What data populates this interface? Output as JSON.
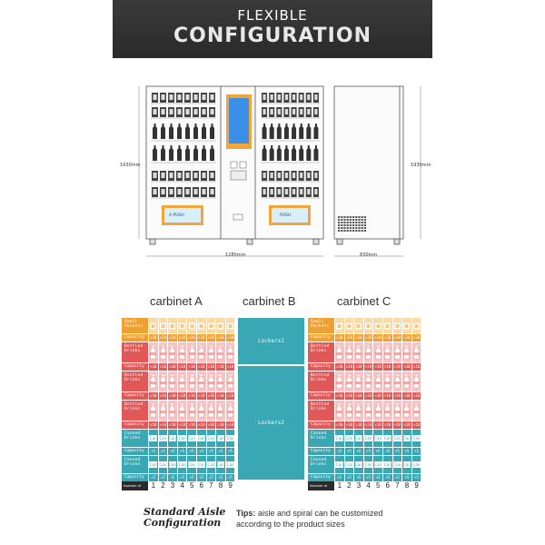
{
  "header": {
    "line1": "FLEXIBLE",
    "line2": "CONFIGURATION"
  },
  "drawing": {
    "height_left": "1930mm",
    "height_right": "1930mm",
    "width_front": "1280mm",
    "width_side": "830mm",
    "push_label": "A PUSH",
    "push_label_right": "PUSH"
  },
  "cabinets": {
    "a": "carbinet A",
    "b": "carbinet B",
    "c": "carbinet C"
  },
  "rows": [
    {
      "label": "Small Packets",
      "type": "packets",
      "capacity": "×20"
    },
    {
      "label": "Bottled Drinks",
      "type": "bottles",
      "capacity": "×10"
    },
    {
      "label": "Bottled Drinks",
      "type": "bottles",
      "capacity": "×10"
    },
    {
      "label": "Bottled Drinks",
      "type": "bottles",
      "capacity": "×10"
    },
    {
      "label": "Canned Drinks",
      "type": "cans",
      "capacity": "×5"
    },
    {
      "label": "Canned Drinks",
      "type": "cans",
      "capacity": "×5"
    }
  ],
  "capacity_label": "Capacity",
  "can_text": "Can",
  "tray_label": "Number of tray",
  "tray_numbers": [
    "1",
    "2",
    "3",
    "4",
    "5",
    "6",
    "7",
    "8",
    "9"
  ],
  "lockers": {
    "locker1": "Lockers1",
    "locker2": "Lockers2"
  },
  "footer": {
    "title": "Standard Aisle Configuration",
    "tips_label": "Tips:",
    "tips_text": "aisle and spiral can be customized according to the product sizes"
  },
  "colors": {
    "orange": "#f0a030",
    "red": "#e05858",
    "teal": "#3aa8b4",
    "banner": "#2e2e2e"
  }
}
